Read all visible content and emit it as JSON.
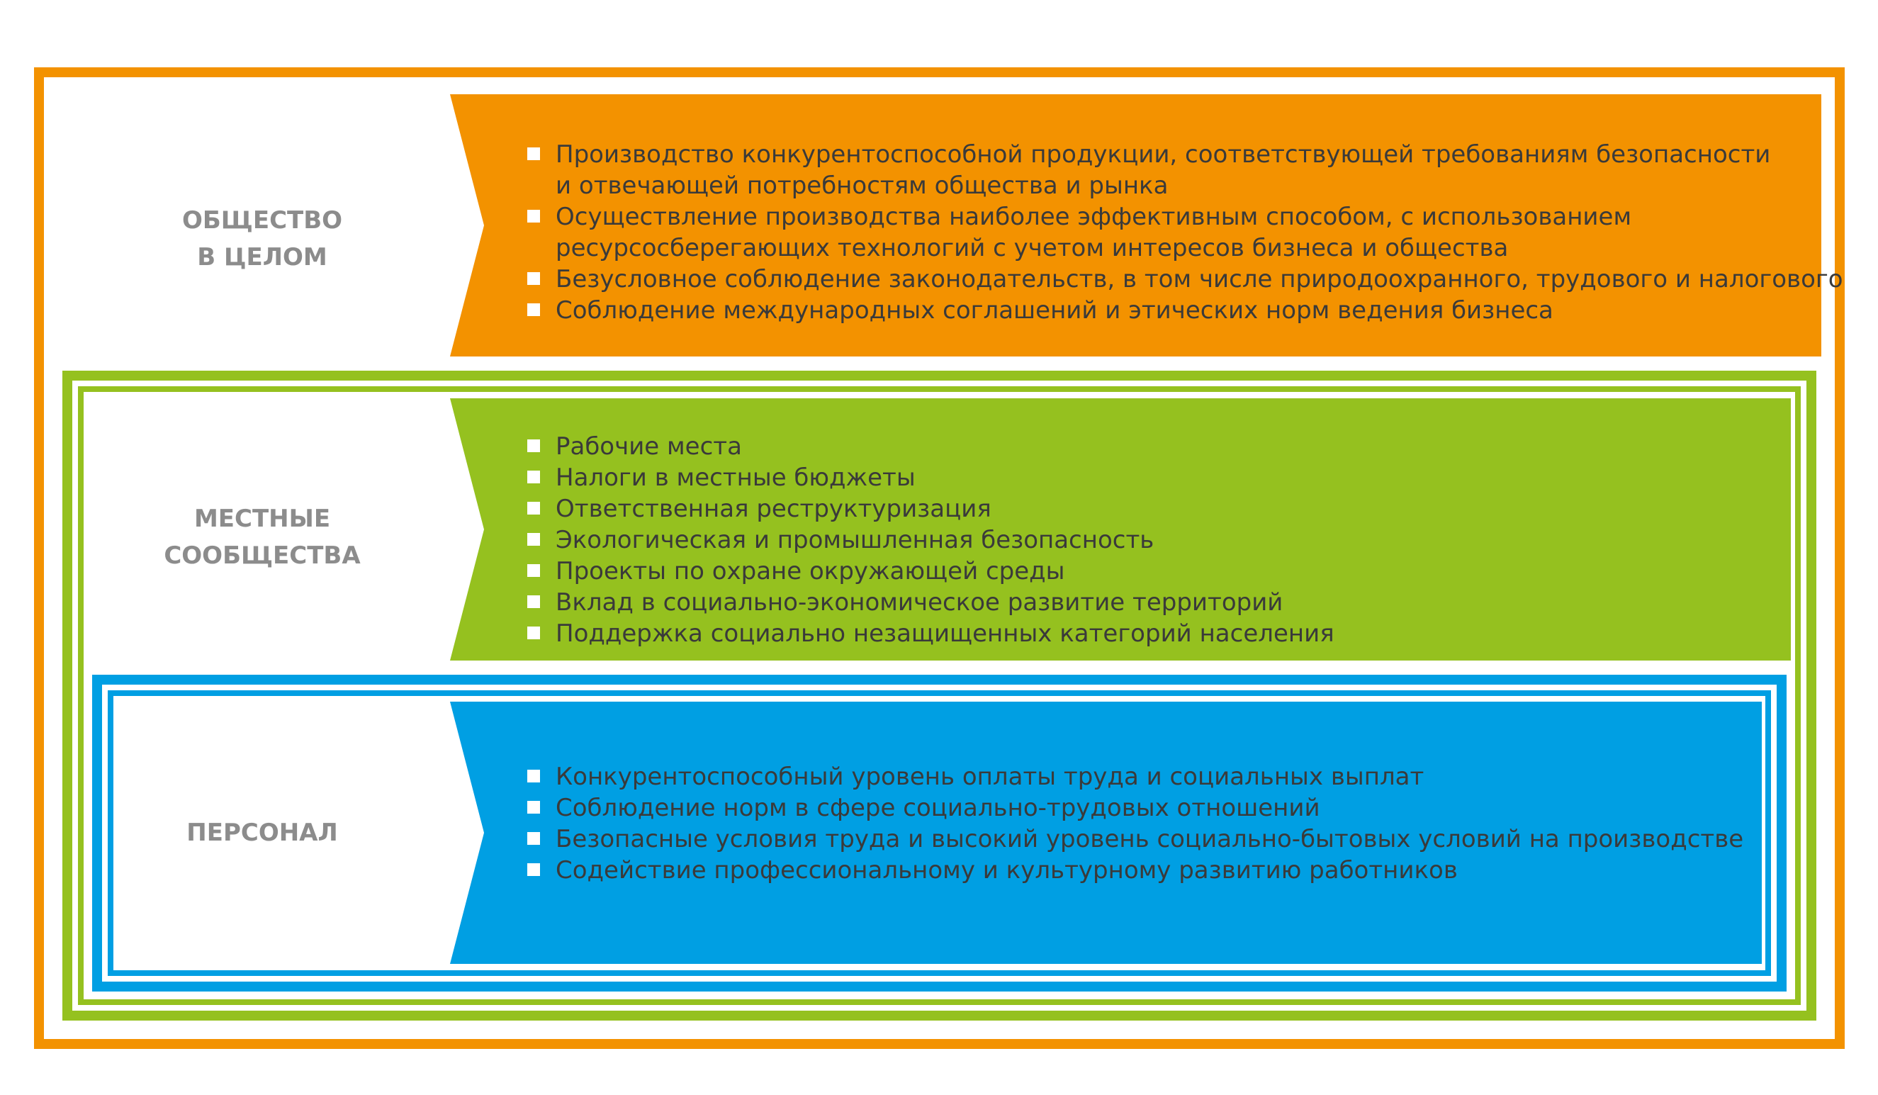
{
  "sections": [
    {
      "label_lines": [
        "ОБЩЕСТВО",
        "В ЦЕЛОМ"
      ],
      "color": "#f39200",
      "items": [
        [
          "Производство конкурентоспособной продукции, соответствующей требованиям безопасности",
          "и отвечающей потребностям общества и рынка"
        ],
        [
          "Осуществление производства наиболее эффективным способом, с использованием",
          "ресурсосберегающих технологий с учетом интересов бизнеса и общества"
        ],
        [
          "Безусловное соблюдение законодательств, в том числе природоохранного, трудового и налогового"
        ],
        [
          "Соблюдение международных соглашений и этических норм ведения бизнеса"
        ]
      ]
    },
    {
      "label_lines": [
        "МЕСТНЫЕ",
        "СООБЩЕСТВА"
      ],
      "color": "#95c11f",
      "items": [
        [
          "Рабочие места"
        ],
        [
          "Налоги в местные бюджеты"
        ],
        [
          "Ответственная реструктуризация"
        ],
        [
          "Экологическая и промышленная безопасность"
        ],
        [
          "Проекты по охране окружающей среды"
        ],
        [
          "Вклад в социально-экономическое развитие территорий"
        ],
        [
          "Поддержка социально незащищенных категорий населения"
        ]
      ]
    },
    {
      "label_lines": [
        "ПЕРСОНАЛ"
      ],
      "color": "#009fe3",
      "items": [
        [
          "Конкурентоспособный уровень оплаты труда и социальных выплат"
        ],
        [
          "Соблюдение норм в сфере социально-трудовых отношений"
        ],
        [
          "Безопасные условия труда и высокий уровень социально-бытовых условий на производстве"
        ],
        [
          "Содействие профессиональному и культурному развитию работников"
        ]
      ]
    }
  ]
}
